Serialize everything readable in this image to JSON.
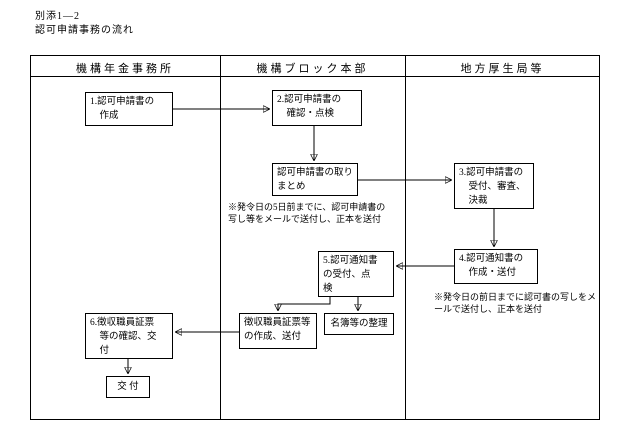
{
  "doc": {
    "ref": "別添1—2",
    "title": "認可申請事務の流れ"
  },
  "columns": {
    "col1": "機構年金事務所",
    "col2": "機構ブロック本部",
    "col3": "地方厚生局等"
  },
  "nodes": {
    "step1": "1.認可申請書の\n　作成",
    "step2": "2.認可申請書の\n　確認・点検",
    "compile": "認可申請書の取り\nまとめ",
    "step3": "3.認可申請書の\n　受付、審査、\n　決裁",
    "step4": "4.認可通知書の\n　作成・送付",
    "step5": "5.認可通知書\nの受付、点\n検",
    "id_create": "徴収職員証票等\nの作成、送付",
    "roster": "名簿等の整理",
    "step6": "6.徴収職員証票\n　等の確認、交\n　付",
    "issue": "交 付"
  },
  "notes": {
    "note1": "※発令日の5日前までに、認可申請書の\n写し等をメールで送付し、正本を送付",
    "note2": "※発令日の前日までに認可書の写しをメ\nールで送付し、正本を送付"
  },
  "colors": {
    "line": "#000000",
    "background": "#ffffff"
  }
}
